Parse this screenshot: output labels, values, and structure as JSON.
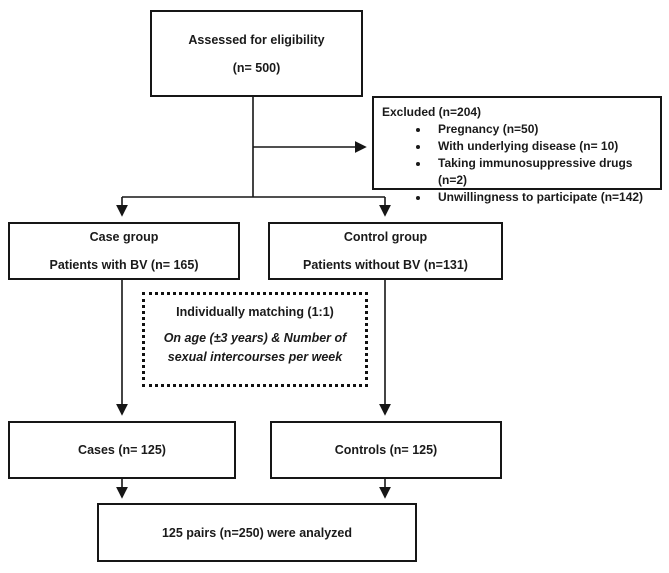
{
  "diagram": {
    "assessed": {
      "title": "Assessed for eligibility",
      "n": "(n= 500)"
    },
    "excluded": {
      "title": "Excluded (n=204)",
      "items": [
        "Pregnancy (n=50)",
        "With underlying disease (n= 10)",
        "Taking immunosuppressive drugs (n=2)",
        "Unwillingness to participate (n=142)"
      ]
    },
    "case_group": {
      "title": "Case group",
      "subtitle": "Patients with BV (n= 165)"
    },
    "control_group": {
      "title": "Control group",
      "subtitle": "Patients without BV (n=131)"
    },
    "matching": {
      "title": "Individually matching (1:1)",
      "criteria_line1": "On age (±3 years) & Number of",
      "criteria_line2": "sexual intercourses per week"
    },
    "cases": {
      "label": "Cases (n= 125)"
    },
    "controls": {
      "label": "Controls (n= 125)"
    },
    "analyzed": {
      "label": "125 pairs (n=250) were analyzed"
    },
    "colors": {
      "border": "#161616",
      "text": "#1a1a1a",
      "background": "#ffffff"
    }
  }
}
